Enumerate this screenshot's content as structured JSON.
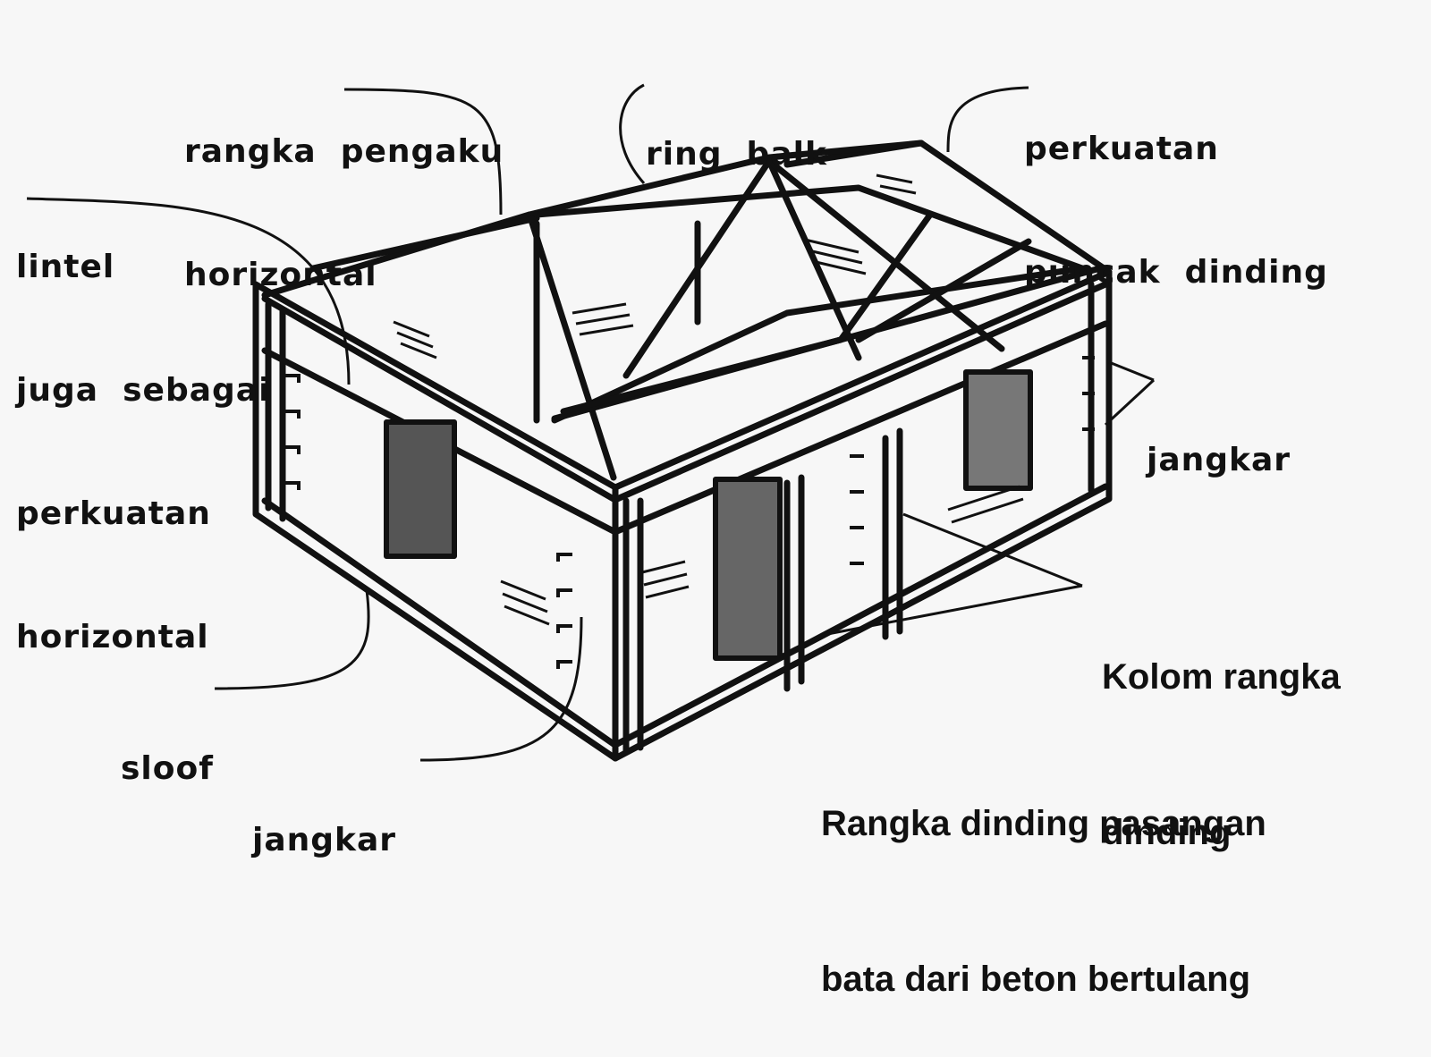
{
  "colors": {
    "ink": "#111111",
    "paper": "#f7f7f7",
    "opening": "#555555"
  },
  "labels": {
    "rangka_pengaku": [
      "rangka  pengaku",
      "horizontal"
    ],
    "ring_balk": [
      "ring  balk"
    ],
    "perkuatan_puncak": [
      "perkuatan",
      "puncak  dinding"
    ],
    "lintel": [
      "lintel",
      "juga  sebagai",
      "perkuatan",
      "horizontal"
    ],
    "jangkar_right": [
      "jangkar"
    ],
    "kolom_rangka": [
      "Kolom rangka",
      "dinding"
    ],
    "sloof": [
      "sloof"
    ],
    "jangkar_bottom": [
      "jangkar"
    ],
    "caption": [
      "Rangka dinding pasangan",
      "bata dari beton bertulang"
    ]
  }
}
